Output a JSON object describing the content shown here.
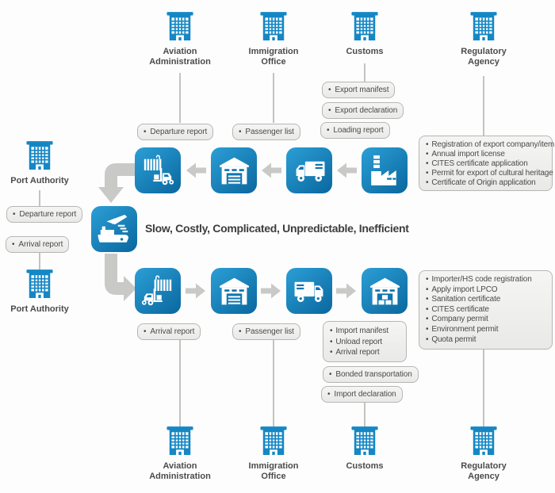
{
  "headline": "Slow, Costly, Complicated, Unpredictable, Inefficient",
  "glyphs": {
    "bullet": "•"
  },
  "colors": {
    "blue": "#1587c4",
    "box_top": "#2b9fd6",
    "box_bottom": "#0a679e",
    "box_accent": "#0e76b0",
    "arrow": "#c9c9c8",
    "line": "#c3c3c2",
    "pill_bg_top": "#f5f5f4",
    "pill_bg_bottom": "#e9e9e8",
    "pill_border": "#b6b6b5",
    "pill_text": "#4a4a49",
    "label_text": "#4b4b4b",
    "title_text": "#3d3d3c",
    "bg": "#fdfdfd"
  },
  "buildings": {
    "aviation_top": "Aviation Administration",
    "immigration_top": "Immigration Office",
    "customs_top": "Customs",
    "regulatory_top": "Regulatory Agency",
    "port_authority_top": "Port Authority",
    "port_authority_bottom": "Port Authority",
    "aviation_bottom": "Aviation Administration",
    "immigration_bottom": "Immigration Office",
    "customs_bottom": "Customs",
    "regulatory_bottom": "Regulatory Agency"
  },
  "pills": {
    "departure_report_top": "Departure report",
    "passenger_list_top": "Passenger list",
    "export_manifest": "Export manifest",
    "export_declaration": "Export declaration",
    "loading_report": "Loading report",
    "departure_report_left": "Departure report",
    "arrival_report_left": "Arrival report",
    "arrival_report_bottom": "Arrival report",
    "passenger_list_bottom": "Passenger list",
    "bonded_transportation": "Bonded transportation",
    "import_declaration": "Import declaration"
  },
  "lists": {
    "export_requirements": [
      "Registration of export company/item",
      "Annual import license",
      "CITES certificate application",
      "Permit for export of cultural heritage",
      "Certificate of Origin application"
    ],
    "import_reports": [
      "Import manifest",
      "Unload report",
      "Arrival report"
    ],
    "import_requirements": [
      "Importer/HS code registration",
      "Apply import LPCO",
      "Sanitation certificate",
      "CITES certificate",
      "Company permit",
      "Environment permit",
      "Quota permit"
    ]
  },
  "icons": {
    "top_row": [
      "container-forklift",
      "warehouse",
      "truck",
      "factory"
    ],
    "bottom_row": [
      "container-forklift",
      "warehouse",
      "truck",
      "warehouse-crates"
    ],
    "center": "ship-plane",
    "building": "office-building"
  }
}
